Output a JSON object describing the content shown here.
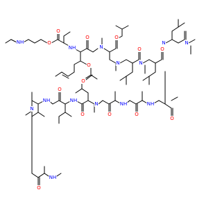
{
  "diagram": {
    "type": "chemical-structure",
    "background": "#ffffff",
    "colors": {
      "bond": "#000000",
      "oxygen": "#ff0000",
      "nitrogen": "#0000ff"
    }
  },
  "atoms": [
    {
      "id": "nh-methylamino",
      "text": "N",
      "element": "N",
      "subscript_h": true
    },
    {
      "id": "o-ester-1",
      "text": "O",
      "element": "O"
    },
    {
      "id": "o-ester-carbonyl",
      "text": "O",
      "element": "O"
    },
    {
      "id": "nh-amide-1",
      "text": "N",
      "element": "N",
      "subscript_h": true
    },
    {
      "id": "o-amide-1",
      "text": "O",
      "element": "O"
    },
    {
      "id": "n-methyl-1",
      "text": "N",
      "element": "N"
    },
    {
      "id": "o-acetyl-1",
      "text": "O",
      "element": "O"
    },
    {
      "id": "o-acetyl-2",
      "text": "O",
      "element": "O"
    },
    {
      "id": "o-amide-2",
      "text": "O",
      "element": "O"
    },
    {
      "id": "n-methyl-2",
      "text": "N",
      "element": "N"
    },
    {
      "id": "o-amide-3",
      "text": "O",
      "element": "O"
    },
    {
      "id": "n-methyl-3",
      "text": "N",
      "element": "N"
    },
    {
      "id": "o-amide-4",
      "text": "O",
      "element": "O"
    },
    {
      "id": "n-methyl-4",
      "text": "N",
      "element": "N"
    },
    {
      "id": "n-methyl-5",
      "text": "N",
      "element": "N"
    },
    {
      "id": "o-amide-5",
      "text": "O",
      "element": "O"
    },
    {
      "id": "nh-amide-2",
      "text": "N",
      "element": "N",
      "subscript_h": true
    },
    {
      "id": "o-amide-6",
      "text": "O",
      "element": "O"
    },
    {
      "id": "nh-amide-3",
      "text": "N",
      "element": "N",
      "subscript_h": true
    },
    {
      "id": "o-amide-7",
      "text": "O",
      "element": "O"
    },
    {
      "id": "n-methyl-6",
      "text": "N",
      "element": "N"
    },
    {
      "id": "o-amide-8",
      "text": "O",
      "element": "O"
    },
    {
      "id": "nh-amide-4",
      "text": "N",
      "element": "N",
      "subscript_h": true
    },
    {
      "id": "o-amide-9",
      "text": "O",
      "element": "O"
    },
    {
      "id": "nh-amide-5",
      "text": "N",
      "element": "N",
      "subscript_h": true
    },
    {
      "id": "n-methyl-7",
      "text": "N",
      "element": "N"
    },
    {
      "id": "o-amide-10",
      "text": "O",
      "element": "O"
    },
    {
      "id": "nh-methylamino-2",
      "text": "N",
      "element": "N",
      "subscript_h": true
    }
  ]
}
